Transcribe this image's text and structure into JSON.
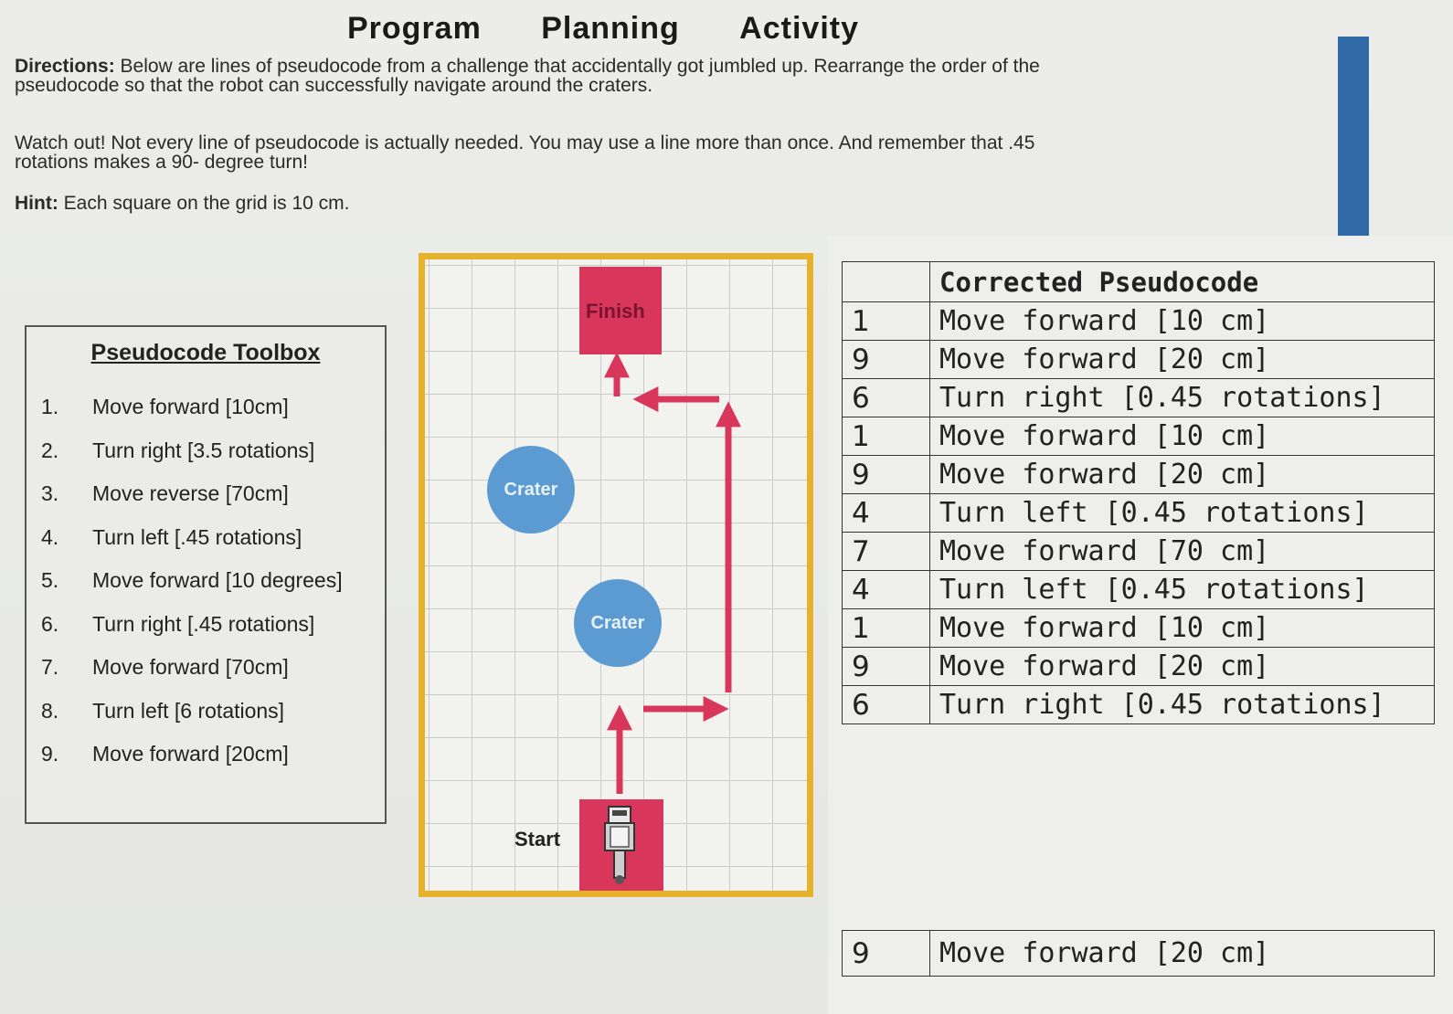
{
  "title": [
    "Program",
    "Planning",
    "Activity"
  ],
  "directions": {
    "label": "Directions:",
    "text": "Below are lines of pseudocode from a challenge that accidentally got jumbled up. Rearrange the order of the pseudocode so that the robot can successfully navigate around the craters."
  },
  "watch": {
    "text": "Watch out! Not every line of pseudocode is actually needed. You may use a line more than once. And remember that .45 rotations makes a 90- degree turn!"
  },
  "hint": {
    "label": "Hint:",
    "text": "Each square on the grid is 10 cm."
  },
  "toolbox": {
    "title": "Pseudocode Toolbox",
    "items": [
      {
        "num": "1.",
        "text": "Move forward [10cm]"
      },
      {
        "num": "2.",
        "text": "Turn right [3.5 rotations]"
      },
      {
        "num": "3.",
        "text": "Move reverse [70cm]"
      },
      {
        "num": "4.",
        "text": "Turn left [.45 rotations]"
      },
      {
        "num": "5.",
        "text": "Move forward [10 degrees]"
      },
      {
        "num": "6.",
        "text": "Turn right [.45 rotations]"
      },
      {
        "num": "7.",
        "text": "Move forward [70cm]"
      },
      {
        "num": "8.",
        "text": "Turn left [6 rotations]"
      },
      {
        "num": "9.",
        "text": "Move forward [20cm]"
      }
    ]
  },
  "map": {
    "finish_label": "Finish",
    "start_label": "Start",
    "crater_label": "Crater"
  },
  "table": {
    "header": "Corrected Pseudocode",
    "rows": [
      {
        "num": "1",
        "cmd": "Move forward [10 cm]"
      },
      {
        "num": "9",
        "cmd": "Move forward [20 cm]"
      },
      {
        "num": "6",
        "cmd": "Turn right [0.45 rotations]"
      },
      {
        "num": "1",
        "cmd": "Move forward [10 cm]"
      },
      {
        "num": "9",
        "cmd": "Move forward [20 cm]"
      },
      {
        "num": "4",
        "cmd": "Turn left [0.45 rotations]"
      },
      {
        "num": "7",
        "cmd": "Move forward [70 cm]"
      },
      {
        "num": "4",
        "cmd": "Turn left [0.45 rotations]"
      },
      {
        "num": "1",
        "cmd": "Move forward [10 cm]"
      },
      {
        "num": "9",
        "cmd": "Move forward [20 cm]"
      },
      {
        "num": "6",
        "cmd": "Turn right [0.45 rotations]"
      }
    ],
    "extra_row": {
      "num": "9",
      "cmd": "Move forward [20 cm]"
    }
  },
  "colors": {
    "accent_blue": "#2f6aa7",
    "block_red": "#d9365c",
    "crater_blue": "#5b9bd1",
    "border_yellow": "#e7b22b"
  }
}
